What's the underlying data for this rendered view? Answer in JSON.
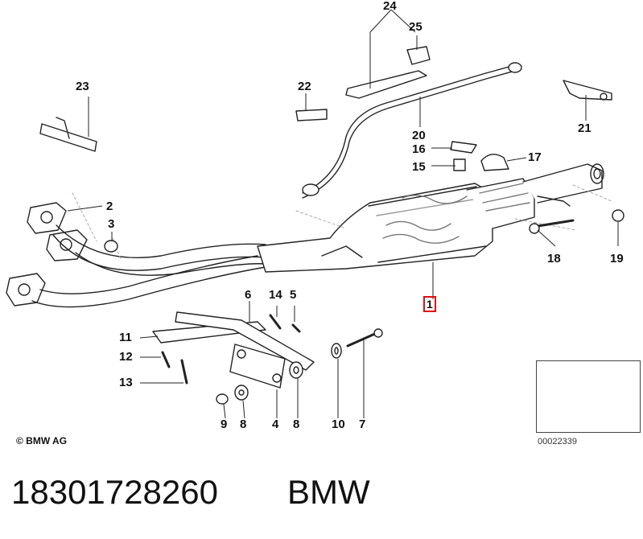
{
  "labels": {
    "l1": "1",
    "l3": "3",
    "l4": "4",
    "l5": "5",
    "l6": "6",
    "l7": "7",
    "l8a": "8",
    "l8b": "8",
    "l9": "9",
    "l10": "10",
    "l11": "11",
    "l12": "12",
    "l13": "13",
    "l14": "14",
    "l15": "15",
    "l16": "16",
    "l17": "17",
    "l18": "18",
    "l19": "19",
    "l20": "20",
    "l21": "21",
    "l22": "22",
    "l23": "23",
    "l24": "24",
    "l25": "25",
    "l2": "2"
  },
  "footer": {
    "copyright": "© BMW AG",
    "drawing_number": "00022339",
    "part_number": "18301728260",
    "brand": "BMW"
  },
  "colors": {
    "highlight": "#e01010",
    "line": "#222222",
    "shade": "#9a9a9a"
  }
}
